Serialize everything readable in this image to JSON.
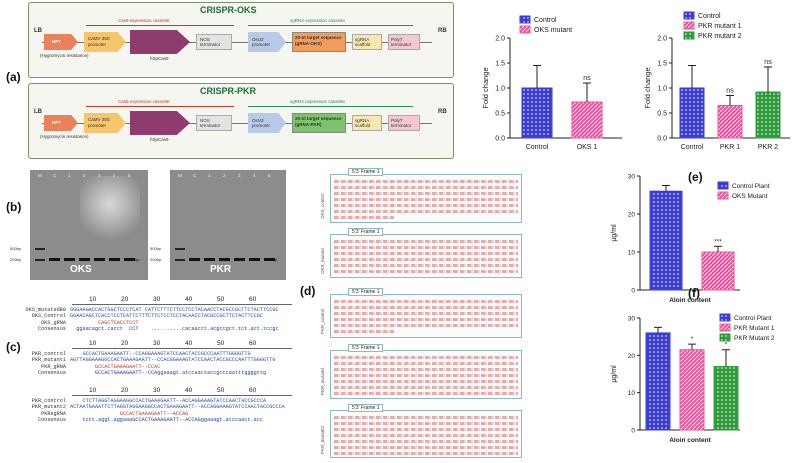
{
  "panels": {
    "a": "(a)",
    "b": "(b)",
    "c": "(c)",
    "d": "(d)",
    "e": "(e)",
    "f": "(f)"
  },
  "constructs": [
    {
      "title": "CRISPR-OKS",
      "lb": "LB",
      "rb": "RB",
      "cas9_cassette": "Cas9 expression cassette",
      "sgrna_cassette": "sgRNA expression cassette",
      "hpt": "HPT",
      "hpt_sub": "(Hygromycin resistance)",
      "camv": "CaMV 35S promoter",
      "cas9": "hSpCas9",
      "nos": "NOS terminator",
      "osu3": "OsU3 promoter",
      "target": "20-nt target sequence (gRNA-OKS)",
      "scaffold": "sgRNA scaffold",
      "polyt": "PolyT terminator"
    },
    {
      "title": "CRISPR-PKR",
      "lb": "LB",
      "rb": "RB",
      "cas9_cassette": "Cas9 expression cassette",
      "sgrna_cassette": "sgRNA expression cassette",
      "hpt": "HPT",
      "hpt_sub": "(Hygromycin resistance)",
      "camv": "CaMV 35S promoter",
      "cas9": "hSpCas9",
      "nos": "NOS terminator",
      "osu3": "OsU3 promoter",
      "target": "20-nt target sequence (gRNA-PKR)",
      "scaffold": "sgRNA scaffold",
      "polyt": "PolyT terminator"
    }
  ],
  "gels": [
    {
      "name": "OKS",
      "lanes": [
        "M",
        "C",
        "1",
        "2",
        "3",
        "4",
        "5"
      ],
      "marker_top": "500bp",
      "marker_bottom": "200bp",
      "band": "~190bp"
    },
    {
      "name": "PKR",
      "lanes": [
        "M",
        "C",
        "1",
        "2",
        "3",
        "4",
        "5"
      ],
      "marker_top": "500bp",
      "marker_bottom": "200bp",
      "band": "~190bp"
    }
  ],
  "alignments": [
    {
      "ticks": [
        "10",
        "20",
        "30",
        "40",
        "50",
        "60"
      ],
      "rows": [
        {
          "label": "OKS_mutatedB8",
          "seq": "GGGAAGACCACTGGCTCCCTCAT CATTCTTTCTTCCTCCTACAACCTACGCCGCTTCTACTTCCGC"
        },
        {
          "label": "OKS_Control",
          "seq": "GGAACAGCTCACCTCCTCATTCTTTCTTCTCCTCCTACAACCTACGCCGCTTCTACTTCCGC"
        },
        {
          "label": "OKS_gRNA",
          "seq": "         CAGCTCACCTCCT"
        },
        {
          "label": "Consensus",
          "seq": "  ggaacagct.cacct  CCT    ..........cacaacct.acgccgct.tct.act.tccgc"
        }
      ]
    },
    {
      "ticks": [
        "10",
        "20",
        "30",
        "40",
        "50",
        "60"
      ],
      "rows": [
        {
          "label": "PKR_control",
          "seq": "    GCCACTGAAAGAATT--CCAGGAAAGTATCCAACTACCGCCCAATTTGGGGTTG"
        },
        {
          "label": "PKR_mutant1",
          "seq": "AGTTAGGAAAGGCCACTGAAAGAATT--CCACGGAAAGTATCCAACTACCGCCCAATTTGGGGTTG"
        },
        {
          "label": "PKR_gRNA",
          "seq": "        GCCACTGAAAGAATT--CCAC"
        },
        {
          "label": "Consensus",
          "seq": "        GCCACTGAAAGAATT--CCAggaaagt.atccaactaccgcccaatttggggttg"
        }
      ]
    },
    {
      "ticks": [
        "10",
        "20",
        "30",
        "40",
        "50",
        "60"
      ],
      "rows": [
        {
          "label": "PKR_control",
          "seq": "    CTCTTAGGTAGGAAGGCCACTGAAAGAATT--ACCAGGAAAGTATCCAACTACCGCCCA"
        },
        {
          "label": "PKR_mutant2",
          "seq": "ACTAATGAAATTCTTAGGTAGGAAGGCCACTGAAAGAATT--ACCAGGAAAGTATCCAACTACCGCCCA"
        },
        {
          "label": "PKRsgRNA",
          "seq": "                GCCACTGAAAGAATT--ACCAG"
        },
        {
          "label": "Consensus",
          "seq": "    tctt.aggt.aggaaaGCCACTGAAAGAATT--ACCAGggaaagt.atccaact.acc"
        }
      ]
    }
  ],
  "frames": [
    {
      "side": "OKS_control",
      "tab": "5'3' Frame 1"
    },
    {
      "side": "OKS_mutant",
      "tab": "5'3' Frame 1"
    },
    {
      "side": "PKR_control",
      "tab": "5'3' Frame 1"
    },
    {
      "side": "PKR_mutant1",
      "tab": "5'3' Frame 1"
    },
    {
      "side": "PKR_mutant2",
      "tab": "5'3' Frame 1"
    }
  ],
  "chart_data": [
    {
      "type": "bar",
      "ylabel": "Fold change",
      "ylim": [
        0,
        2.0
      ],
      "yticks": [
        0.0,
        0.5,
        1.0,
        1.5,
        2.0
      ],
      "ytick_labels": [
        "0.0",
        "0.5",
        "1.0",
        "1.5",
        "2.0"
      ],
      "categories": [
        "Control",
        "OKS 1"
      ],
      "legend": [
        "Control",
        "OKS mutant"
      ],
      "values": [
        1.0,
        0.72
      ],
      "errors": [
        0.45,
        0.38
      ],
      "annotations": [
        "",
        "ns"
      ],
      "colors": [
        "#3b3bd6",
        "#e8579b"
      ]
    },
    {
      "type": "bar",
      "ylabel": "Fold change",
      "ylim": [
        0,
        2.0
      ],
      "yticks": [
        0.0,
        0.5,
        1.0,
        1.5,
        2.0
      ],
      "ytick_labels": [
        "0.0",
        "0.5",
        "1.0",
        "1.5",
        "2.0"
      ],
      "categories": [
        "Control",
        "PKR 1",
        "PKR 2"
      ],
      "legend": [
        "Control",
        "PKR mutant 1",
        "PKR mutant 2"
      ],
      "values": [
        1.0,
        0.65,
        0.92
      ],
      "errors": [
        0.45,
        0.2,
        0.5
      ],
      "annotations": [
        "",
        "ns",
        "ns"
      ],
      "colors": [
        "#3b3bd6",
        "#e8579b",
        "#2e9b3a"
      ]
    },
    {
      "type": "bar",
      "ylabel": "µg/ml",
      "xlabel": "Aloin content",
      "ylim": [
        0,
        30
      ],
      "yticks": [
        0,
        10,
        20,
        30
      ],
      "ytick_labels": [
        "0",
        "10",
        "20",
        "30"
      ],
      "categories": [
        "Control Plant",
        "OKS Mutant"
      ],
      "legend": [
        "Control Plant",
        "OKS Mutant"
      ],
      "values": [
        26,
        10
      ],
      "errors": [
        1.5,
        1.5
      ],
      "annotations": [
        "",
        "***"
      ],
      "colors": [
        "#3b3bd6",
        "#e8579b"
      ]
    },
    {
      "type": "bar",
      "ylabel": "µg/ml",
      "xlabel": "Aloin content",
      "ylim": [
        0,
        30
      ],
      "yticks": [
        0,
        10,
        20,
        30
      ],
      "ytick_labels": [
        "0",
        "10",
        "20",
        "30"
      ],
      "categories": [
        "Control Plant",
        "PKR Mutant 1",
        "PKR Mutant 2"
      ],
      "legend": [
        "Control Plant",
        "PKR Mutant 1",
        "PKR Mutant 2"
      ],
      "values": [
        26,
        21.5,
        17
      ],
      "errors": [
        1.5,
        1.5,
        4.5
      ],
      "annotations": [
        "",
        "*",
        "*"
      ],
      "colors": [
        "#3b3bd6",
        "#e8579b",
        "#2e9b3a"
      ]
    }
  ]
}
